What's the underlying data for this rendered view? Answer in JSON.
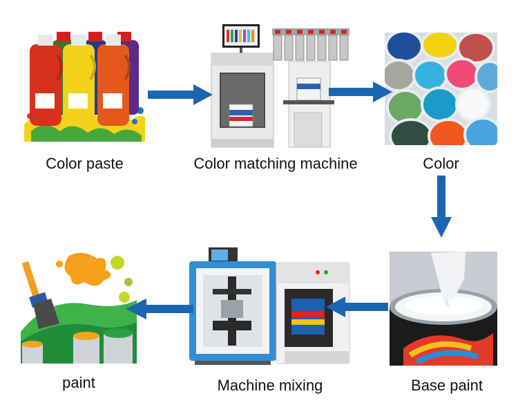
{
  "steps": [
    {
      "label": "Color paste",
      "image": "color-paste-bottles-photo"
    },
    {
      "label": "Color matching machine",
      "image": "color-matching-machine-photo"
    },
    {
      "label": "Color",
      "image": "color-pigment-cups-photo"
    },
    {
      "label": "Base paint",
      "image": "base-paint-can-photo"
    },
    {
      "label": "Machine mixing",
      "image": "paint-mixing-machine-photo"
    },
    {
      "label": "paint",
      "image": "paint-splash-brush-photo"
    }
  ],
  "arrows": [
    {
      "from": "Color paste",
      "to": "Color matching machine",
      "direction": "right"
    },
    {
      "from": "Color matching machine",
      "to": "Color",
      "direction": "right"
    },
    {
      "from": "Color",
      "to": "Base paint",
      "direction": "down"
    },
    {
      "from": "Base paint",
      "to": "Machine mixing",
      "direction": "left"
    },
    {
      "from": "Machine mixing",
      "to": "paint",
      "direction": "left"
    }
  ],
  "colors": {
    "arrow": "#1b66b3",
    "label": "#111111"
  }
}
